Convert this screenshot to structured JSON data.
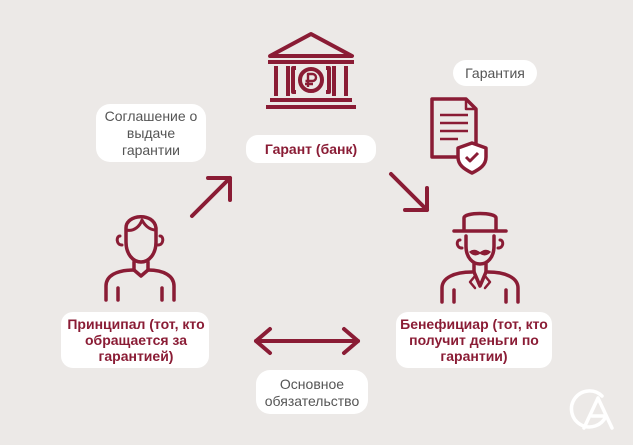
{
  "nodes": {
    "guarantor": {
      "label": "Гарант (банк)",
      "icon": "bank-icon"
    },
    "principal": {
      "label": "Принципал (тот, кто обращается за гарантией)",
      "icon": "person-icon"
    },
    "beneficiary": {
      "label": "Бенефициар (тот, кто получит деньги по гарантии)",
      "icon": "gentleman-icon"
    },
    "guarantee_doc": {
      "label": "Гарантия",
      "icon": "document-shield-icon"
    }
  },
  "edges": {
    "agreement": {
      "label": "Соглашение о выдаче гарантии"
    },
    "main_obligation": {
      "label": "Основное обязательство"
    }
  },
  "colors": {
    "accent": "#8a1c35",
    "background": "#ece9e7",
    "text": "#555555"
  },
  "logo": {
    "icon": "ga-logo"
  }
}
